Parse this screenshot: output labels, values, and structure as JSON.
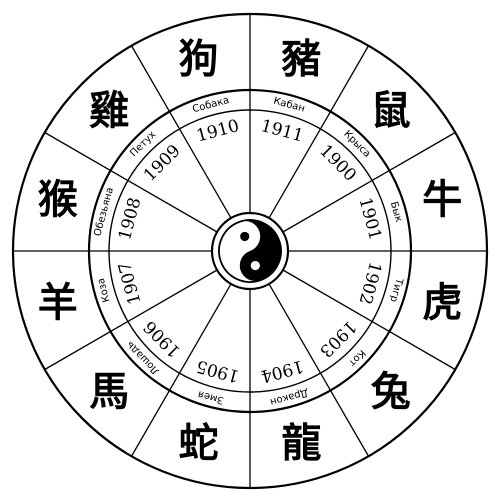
{
  "diagram": {
    "sectors": [
      {
        "animal": "Крыса",
        "year": "1900",
        "glyph": "鼠"
      },
      {
        "animal": "Бык",
        "year": "1901",
        "glyph": "牛"
      },
      {
        "animal": "Тигр",
        "year": "1902",
        "glyph": "虎"
      },
      {
        "animal": "Кот",
        "year": "1903",
        "glyph": "兔"
      },
      {
        "animal": "Дракон",
        "year": "1904",
        "glyph": "龍"
      },
      {
        "animal": "Змея",
        "year": "1905",
        "glyph": "蛇"
      },
      {
        "animal": "Лошадь",
        "year": "1906",
        "glyph": "馬"
      },
      {
        "animal": "Коза",
        "year": "1907",
        "glyph": "羊"
      },
      {
        "animal": "Обезьяна",
        "year": "1908",
        "glyph": "猴"
      },
      {
        "animal": "Петух",
        "year": "1909",
        "glyph": "雞"
      },
      {
        "animal": "Собака",
        "year": "1910",
        "glyph": "狗"
      },
      {
        "animal": "Кабан",
        "year": "1911",
        "glyph": "豬"
      }
    ],
    "center_symbol": "yin-yang-icon",
    "colors": {
      "ink": "#000000",
      "paper": "#ffffff"
    }
  }
}
